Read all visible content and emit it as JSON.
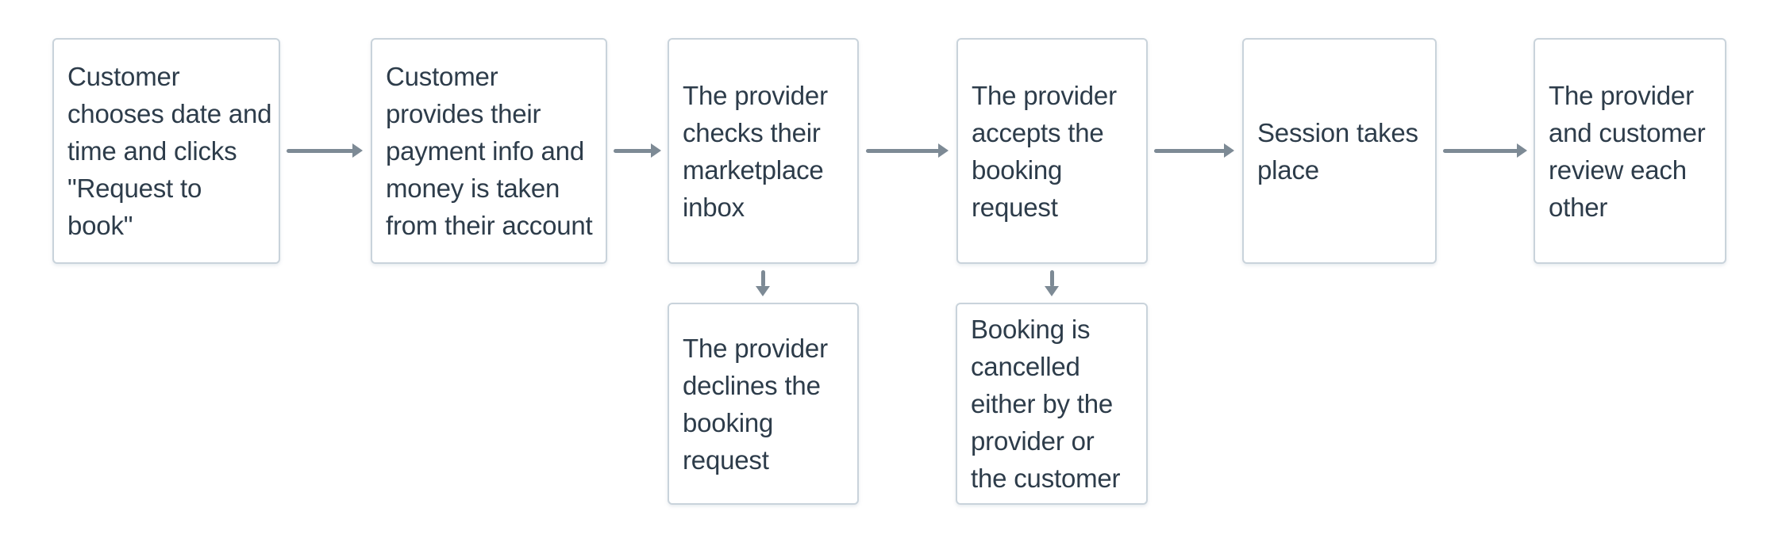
{
  "page": {
    "background_color": "#ffffff"
  },
  "flowchart": {
    "type": "flowchart",
    "colors": {
      "node_background": "#ffffff",
      "node_border": "#c9d3db",
      "text": "#2d3c4a",
      "arrow": "#7d8a95"
    },
    "nodes": [
      {
        "id": "customer-requests",
        "text": "Customer\nchooses date and\ntime and clicks\n\"Request to\nbook\""
      },
      {
        "id": "customer-pays",
        "text": "Customer\nprovides their\npayment info and\nmoney is taken\nfrom their account"
      },
      {
        "id": "provider-checks-inbox",
        "text": "The provider\nchecks their\nmarketplace\ninbox"
      },
      {
        "id": "provider-accepts",
        "text": "The provider\naccepts the\nbooking\nrequest"
      },
      {
        "id": "session-takes-place",
        "text": "Session takes\nplace"
      },
      {
        "id": "mutual-review",
        "text": "The provider\nand customer\nreview each\nother"
      },
      {
        "id": "provider-declines",
        "text": "The provider\ndeclines the\nbooking\nrequest"
      },
      {
        "id": "booking-cancelled",
        "text": "Booking is\ncancelled\neither by the\nprovider or\nthe customer"
      }
    ],
    "edges": [
      {
        "from": "customer-requests",
        "to": "customer-pays",
        "direction": "right"
      },
      {
        "from": "customer-pays",
        "to": "provider-checks-inbox",
        "direction": "right"
      },
      {
        "from": "provider-checks-inbox",
        "to": "provider-accepts",
        "direction": "right"
      },
      {
        "from": "provider-accepts",
        "to": "session-takes-place",
        "direction": "right"
      },
      {
        "from": "session-takes-place",
        "to": "mutual-review",
        "direction": "right"
      },
      {
        "from": "provider-checks-inbox",
        "to": "provider-declines",
        "direction": "down"
      },
      {
        "from": "provider-accepts",
        "to": "booking-cancelled",
        "direction": "down"
      }
    ]
  }
}
